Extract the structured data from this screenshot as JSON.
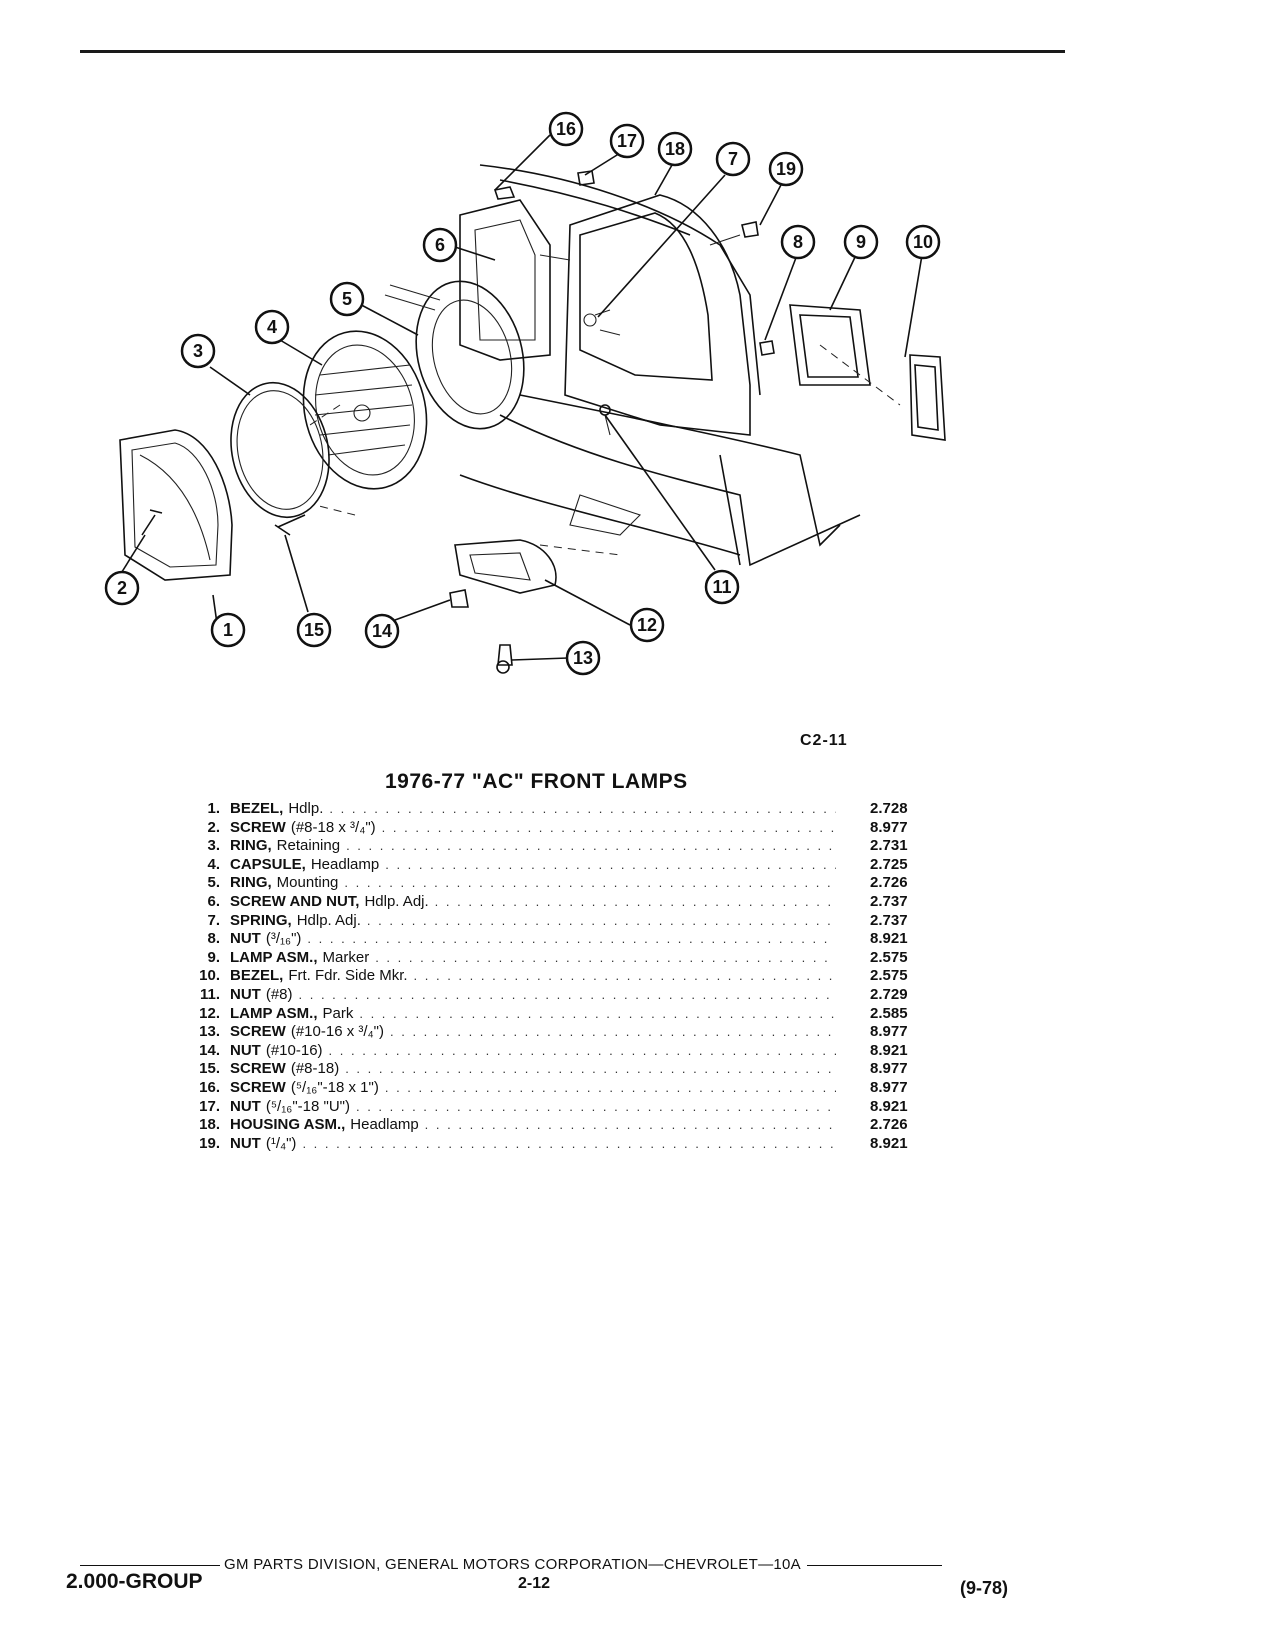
{
  "figure": {
    "code": "C2-11",
    "title": "1976-77 \"AC\" FRONT LAMPS",
    "callouts": [
      "1",
      "2",
      "3",
      "4",
      "5",
      "6",
      "7",
      "8",
      "9",
      "10",
      "11",
      "12",
      "13",
      "14",
      "15",
      "16",
      "17",
      "18",
      "19"
    ]
  },
  "parts": [
    {
      "num": "1.",
      "name": "BEZEL,",
      "desc": "Hdlp.",
      "code": "2.728"
    },
    {
      "num": "2.",
      "name": "SCREW",
      "desc": "(#8-18 x ³/₄\")",
      "code": "8.977"
    },
    {
      "num": "3.",
      "name": "RING,",
      "desc": "Retaining",
      "code": "2.731"
    },
    {
      "num": "4.",
      "name": "CAPSULE,",
      "desc": "Headlamp",
      "code": "2.725"
    },
    {
      "num": "5.",
      "name": "RING,",
      "desc": "Mounting",
      "code": "2.726"
    },
    {
      "num": "6.",
      "name": "SCREW AND NUT,",
      "desc": "Hdlp. Adj.",
      "code": "2.737"
    },
    {
      "num": "7.",
      "name": "SPRING,",
      "desc": "Hdlp. Adj.",
      "code": "2.737"
    },
    {
      "num": "8.",
      "name": "NUT",
      "desc": "(³/₁₆\")",
      "code": "8.921"
    },
    {
      "num": "9.",
      "name": "LAMP ASM.,",
      "desc": "Marker",
      "code": "2.575"
    },
    {
      "num": "10.",
      "name": "BEZEL,",
      "desc": "Frt. Fdr. Side Mkr.",
      "code": "2.575"
    },
    {
      "num": "11.",
      "name": "NUT",
      "desc": "(#8)",
      "code": "2.729"
    },
    {
      "num": "12.",
      "name": "LAMP ASM.,",
      "desc": "Park",
      "code": "2.585"
    },
    {
      "num": "13.",
      "name": "SCREW",
      "desc": "(#10-16 x ³/₄\")",
      "code": "8.977"
    },
    {
      "num": "14.",
      "name": "NUT",
      "desc": "(#10-16)",
      "code": "8.921"
    },
    {
      "num": "15.",
      "name": "SCREW",
      "desc": "(#8-18)",
      "code": "8.977"
    },
    {
      "num": "16.",
      "name": "SCREW",
      "desc": "(⁵/₁₆\"-18 x 1\")",
      "code": "8.977"
    },
    {
      "num": "17.",
      "name": "NUT",
      "desc": "(⁵/₁₆\"-18 \"U\")",
      "code": "8.921"
    },
    {
      "num": "18.",
      "name": "HOUSING ASM.,",
      "desc": "Headlamp",
      "code": "2.726"
    },
    {
      "num": "19.",
      "name": "NUT",
      "desc": "(¹/₄\")",
      "code": "8.921"
    }
  ],
  "footer": {
    "publisher": "GM PARTS DIVISION, GENERAL MOTORS CORPORATION—CHEVROLET—10A",
    "group": "2.000-GROUP",
    "page": "2-12",
    "revision": "(9-78)"
  }
}
